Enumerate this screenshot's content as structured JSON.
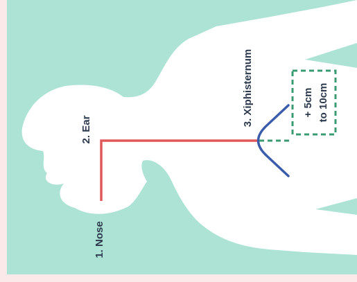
{
  "labels": {
    "nose": "1. Nose",
    "ear": "2. Ear",
    "xiphisternum": "3. Xiphisternum",
    "extra_line1": "+ 5cm",
    "extra_line2": "to 10cm"
  },
  "colors": {
    "page_background": "#fbe9e9",
    "panel_background": "#ade3d5",
    "silhouette": "#ffffff",
    "measurement_line": "#e0595a",
    "rib_margin": "#3b5bab",
    "extension_dashes": "#3a9b73",
    "label_text": "#2d3a4e"
  }
}
